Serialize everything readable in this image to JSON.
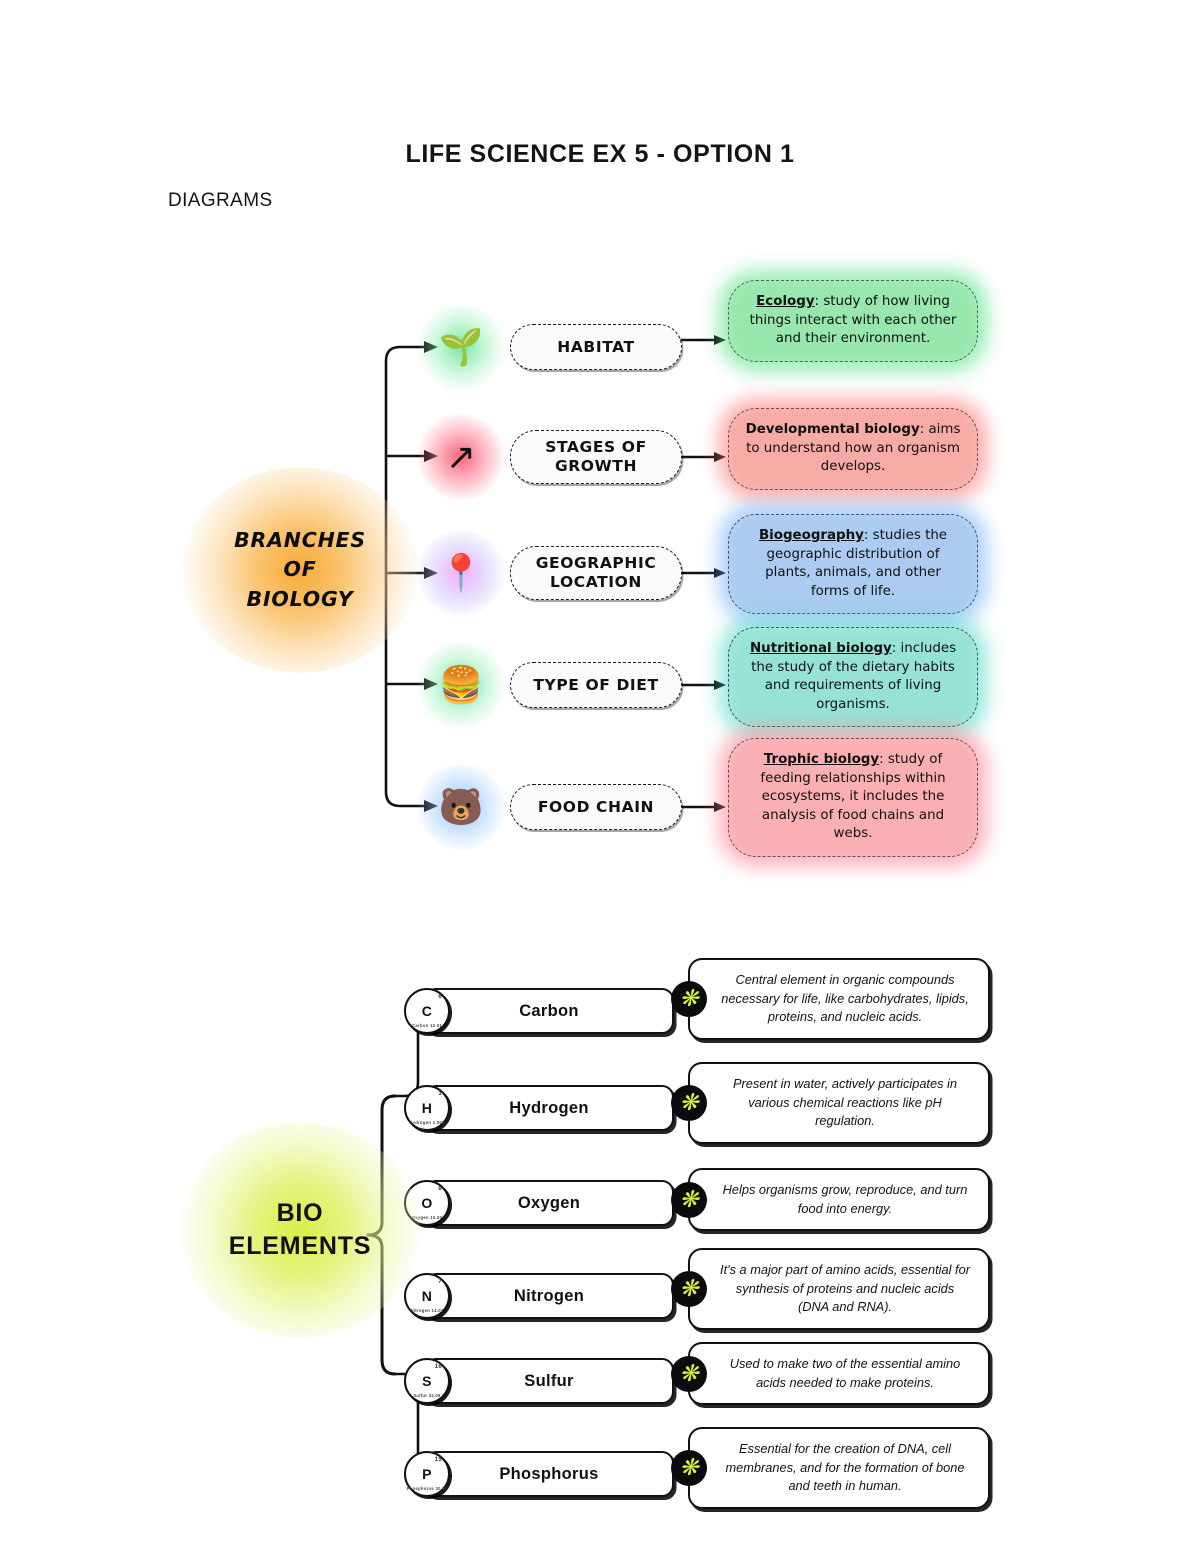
{
  "page": {
    "title": "LIFE SCIENCE EX 5 - OPTION 1",
    "section_label": "DIAGRAMS"
  },
  "diagram_branches": {
    "root_label_lines": [
      "BRANCHES",
      "OF",
      "BIOLOGY"
    ],
    "root_glow_color": "#f7a62e",
    "rows": [
      {
        "icon": "habitat-earth-plant-icon",
        "icon_glyph": "🌱",
        "icon_glow": "#4ade80",
        "pill_label": "HABITAT",
        "term": "Ecology",
        "term_underlined": true,
        "description": ": study of how living things interact with each other and their environment.",
        "card_glow": "#4ade80"
      },
      {
        "icon": "growth-arrow-icon",
        "icon_glyph": "↗",
        "icon_glow": "#f43f5e",
        "pill_label": "STAGES OF GROWTH",
        "term": "Developmental biology",
        "term_underlined": false,
        "description": ": aims to understand how an organism develops.",
        "card_glow": "#f87171"
      },
      {
        "icon": "map-pin-location-icon",
        "icon_glyph": "📍",
        "icon_glow": "#e879f9",
        "pill_label": "GEOGRAPHIC LOCATION",
        "term": "Biogeography",
        "term_underlined": true,
        "description": ": studies the geographic distribution of plants, animals, and other forms of life.",
        "card_glow": "#60a5fa"
      },
      {
        "icon": "food-pyramid-icon",
        "icon_glyph": "🍔",
        "icon_glow": "#2dd4bf",
        "pill_label": "TYPE OF DIET",
        "term": "Nutritional biology",
        "term_underlined": true,
        "description": ": includes the study of the dietary habits and requirements of living organisms.",
        "card_glow": "#2dd4bf"
      },
      {
        "icon": "food-chain-animals-icon",
        "icon_glyph": "🐻",
        "icon_glow": "#60a5fa",
        "pill_label": "FOOD CHAIN",
        "term": "Trophic biology",
        "term_underlined": true,
        "description": ": study of feeding relationships within ecosystems, it includes the analysis of food chains and webs.",
        "card_glow": "#fb7185"
      }
    ]
  },
  "diagram_bioelements": {
    "root_label_lines": [
      "BIO",
      "ELEMENTS"
    ],
    "root_glow_color": "#d6ec38",
    "badge_icon": "starburst-icon",
    "badge_glyph": "❋",
    "rows": [
      {
        "symbol": "C",
        "atomic_number": "6",
        "element_caption": "Carbon 12.01",
        "name": "Carbon",
        "description": "Central element in organic compounds necessary for life, like carbohydrates, lipids, proteins, and nucleic acids."
      },
      {
        "symbol": "H",
        "atomic_number": "1",
        "element_caption": "Hydrogen 1.008",
        "name": "Hydrogen",
        "description": "Present in water, actively participates in various chemical reactions like pH regulation."
      },
      {
        "symbol": "O",
        "atomic_number": "8",
        "element_caption": "Oxygen 16.00",
        "name": "Oxygen",
        "description": "Helps organisms grow, reproduce, and turn food into energy."
      },
      {
        "symbol": "N",
        "atomic_number": "7",
        "element_caption": "Nitrogen 14.01",
        "name": "Nitrogen",
        "description": "It's a major part of amino acids, essential for synthesis of proteins and nucleic acids (DNA and RNA)."
      },
      {
        "symbol": "S",
        "atomic_number": "16",
        "element_caption": "Sulfur 32.06",
        "name": "Sulfur",
        "description": "Used to make two of the essential amino acids needed to make proteins."
      },
      {
        "symbol": "P",
        "atomic_number": "15",
        "element_caption": "Phosphorus 30.97",
        "name": "Phosphorus",
        "description": "Essential for the creation of DNA, cell membranes, and for the formation of bone and teeth in human."
      }
    ]
  }
}
